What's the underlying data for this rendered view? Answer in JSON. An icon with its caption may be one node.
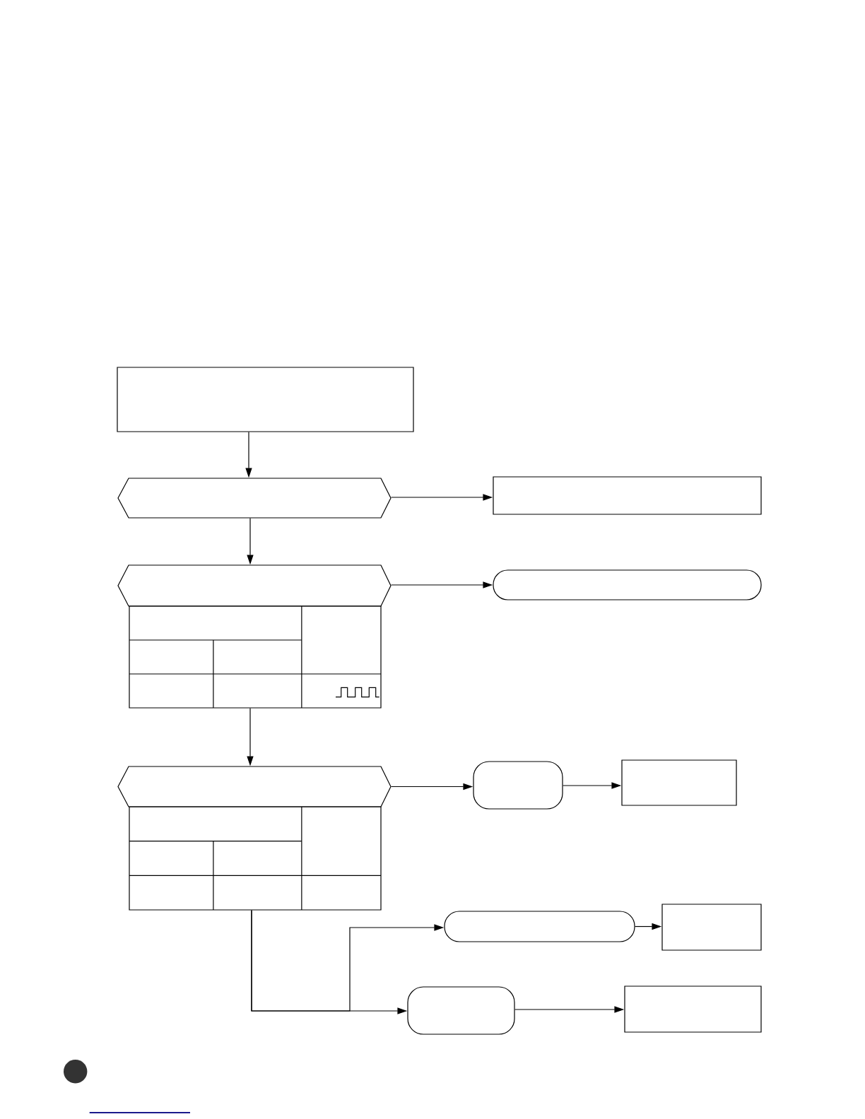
{
  "diagram": {
    "nodes": [
      {
        "text": [],
        "shape": "box"
      },
      {
        "text": [],
        "shape": "hexagon"
      },
      {
        "text": [],
        "shape": "box"
      },
      {
        "text": [],
        "shape": "hexagon"
      },
      {
        "text": [],
        "shape": "pill"
      },
      {
        "text": [],
        "shape": "table"
      },
      {
        "text": [],
        "shape": "hexagon"
      },
      {
        "text": [],
        "shape": "rounded-box"
      },
      {
        "text": [],
        "shape": "box"
      },
      {
        "text": [],
        "shape": "table"
      },
      {
        "text": [],
        "shape": "pill"
      },
      {
        "text": [],
        "shape": "box"
      },
      {
        "text": [],
        "shape": "rounded-box"
      },
      {
        "text": [],
        "shape": "box"
      }
    ],
    "edges": [
      {
        "from": 0,
        "to": 1,
        "arrow": "to"
      },
      {
        "from": 1,
        "to": 2,
        "arrow": "to"
      },
      {
        "from": 1,
        "to": 3,
        "arrow": "to"
      },
      {
        "from": 3,
        "to": 4,
        "arrow": "to"
      },
      {
        "from": 5,
        "to": 6,
        "arrow": "to"
      },
      {
        "from": 6,
        "to": 7,
        "arrow": "to"
      },
      {
        "from": 7,
        "to": 8,
        "arrow": "to"
      },
      {
        "from": 9,
        "to": 10,
        "arrow": "to"
      },
      {
        "from": 9,
        "to": 12,
        "arrow": "to"
      },
      {
        "from": 10,
        "to": 11,
        "arrow": "to"
      },
      {
        "from": 12,
        "to": 13,
        "arrow": "to"
      }
    ]
  }
}
